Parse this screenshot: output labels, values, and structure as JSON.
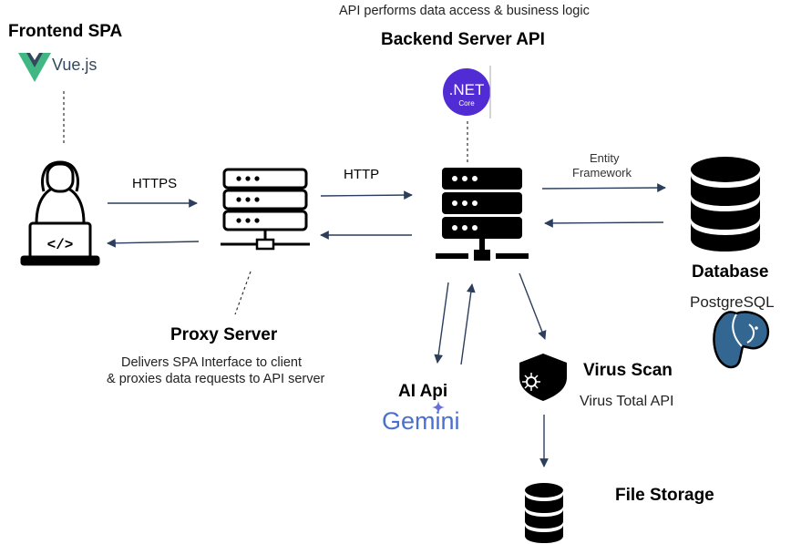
{
  "frontend": {
    "title": "Frontend SPA",
    "logo_text": "Vue.js"
  },
  "backend": {
    "title": "Backend Server API",
    "caption": "API performs data access & business logic",
    "logo_top": ".NET",
    "logo_bottom": "Core"
  },
  "proxy": {
    "title": "Proxy Server",
    "caption_line1": "Delivers SPA Interface  to client",
    "caption_line2": "& proxies data requests to API server"
  },
  "database": {
    "title": "Database",
    "logo_text": "PostgreSQL"
  },
  "ai": {
    "title": "AI Api",
    "logo_text": "Gemini"
  },
  "virus": {
    "title": "Virus Scan",
    "caption": "Virus Total API"
  },
  "storage": {
    "title": "File Storage"
  },
  "edges": {
    "client_proxy": "HTTPS",
    "proxy_backend": "HTTP",
    "backend_db_line1": "Entity",
    "backend_db_line2": "Framework"
  },
  "colors": {
    "arrow": "#2c3e5c",
    "vue_green": "#41b883",
    "vue_dark": "#35495e",
    "dotnet_purple": "#512bd4",
    "postgres_blue": "#336791"
  }
}
